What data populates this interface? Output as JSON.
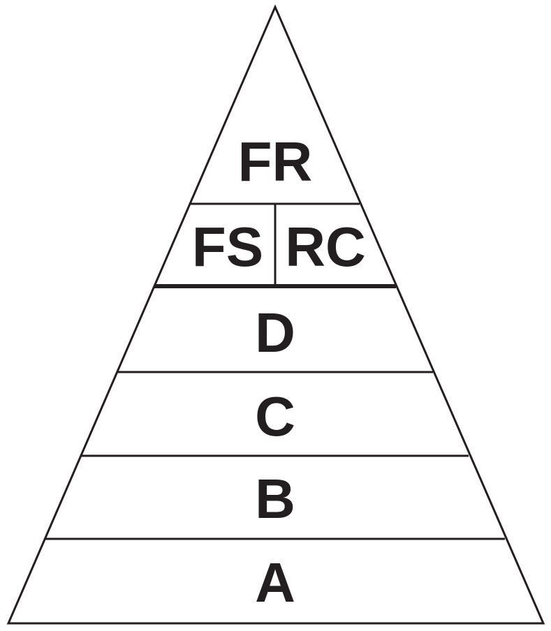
{
  "diagram": {
    "type": "pyramid",
    "levels": [
      {
        "label": "FR"
      },
      {
        "labels": [
          "FS",
          "RC"
        ]
      },
      {
        "label": "D"
      },
      {
        "label": "C"
      },
      {
        "label": "B"
      },
      {
        "label": "A"
      }
    ]
  }
}
